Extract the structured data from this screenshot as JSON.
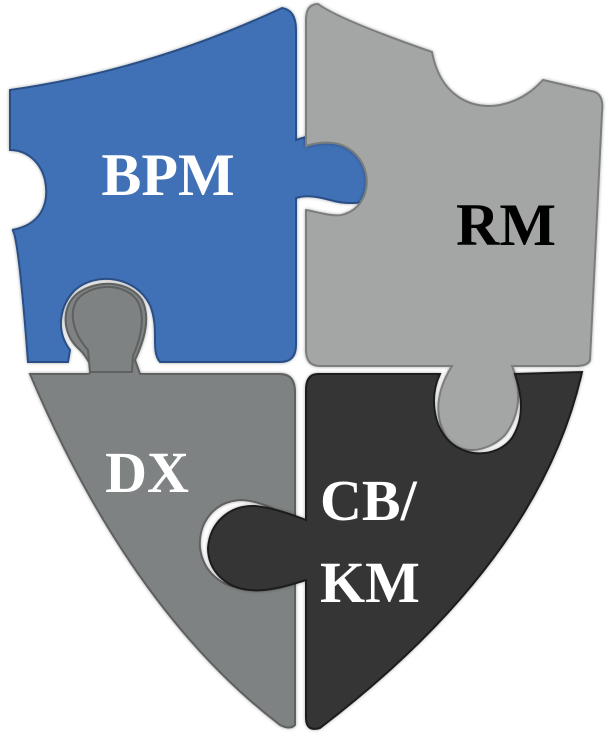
{
  "diagram": {
    "type": "puzzle-shield",
    "pieces": [
      {
        "id": "bpm",
        "label": "BPM",
        "position": "top-left",
        "fill": "#3f6fb5",
        "stroke": "#2a4f86",
        "text_color": "#ffffff"
      },
      {
        "id": "rm",
        "label": "RM",
        "position": "top-right",
        "fill": "#a3a6a5",
        "stroke": "#7b7e7d",
        "text_color": "#000000"
      },
      {
        "id": "dx",
        "label": "DX",
        "position": "bottom-left",
        "fill": "#7f8282",
        "stroke": "#5e6161",
        "text_color": "#ffffff"
      },
      {
        "id": "cbkm",
        "label_line1": "CB/",
        "label_line2": "KM",
        "position": "bottom-right",
        "fill": "#363636",
        "stroke": "#1e1e1e",
        "text_color": "#ffffff"
      }
    ]
  }
}
